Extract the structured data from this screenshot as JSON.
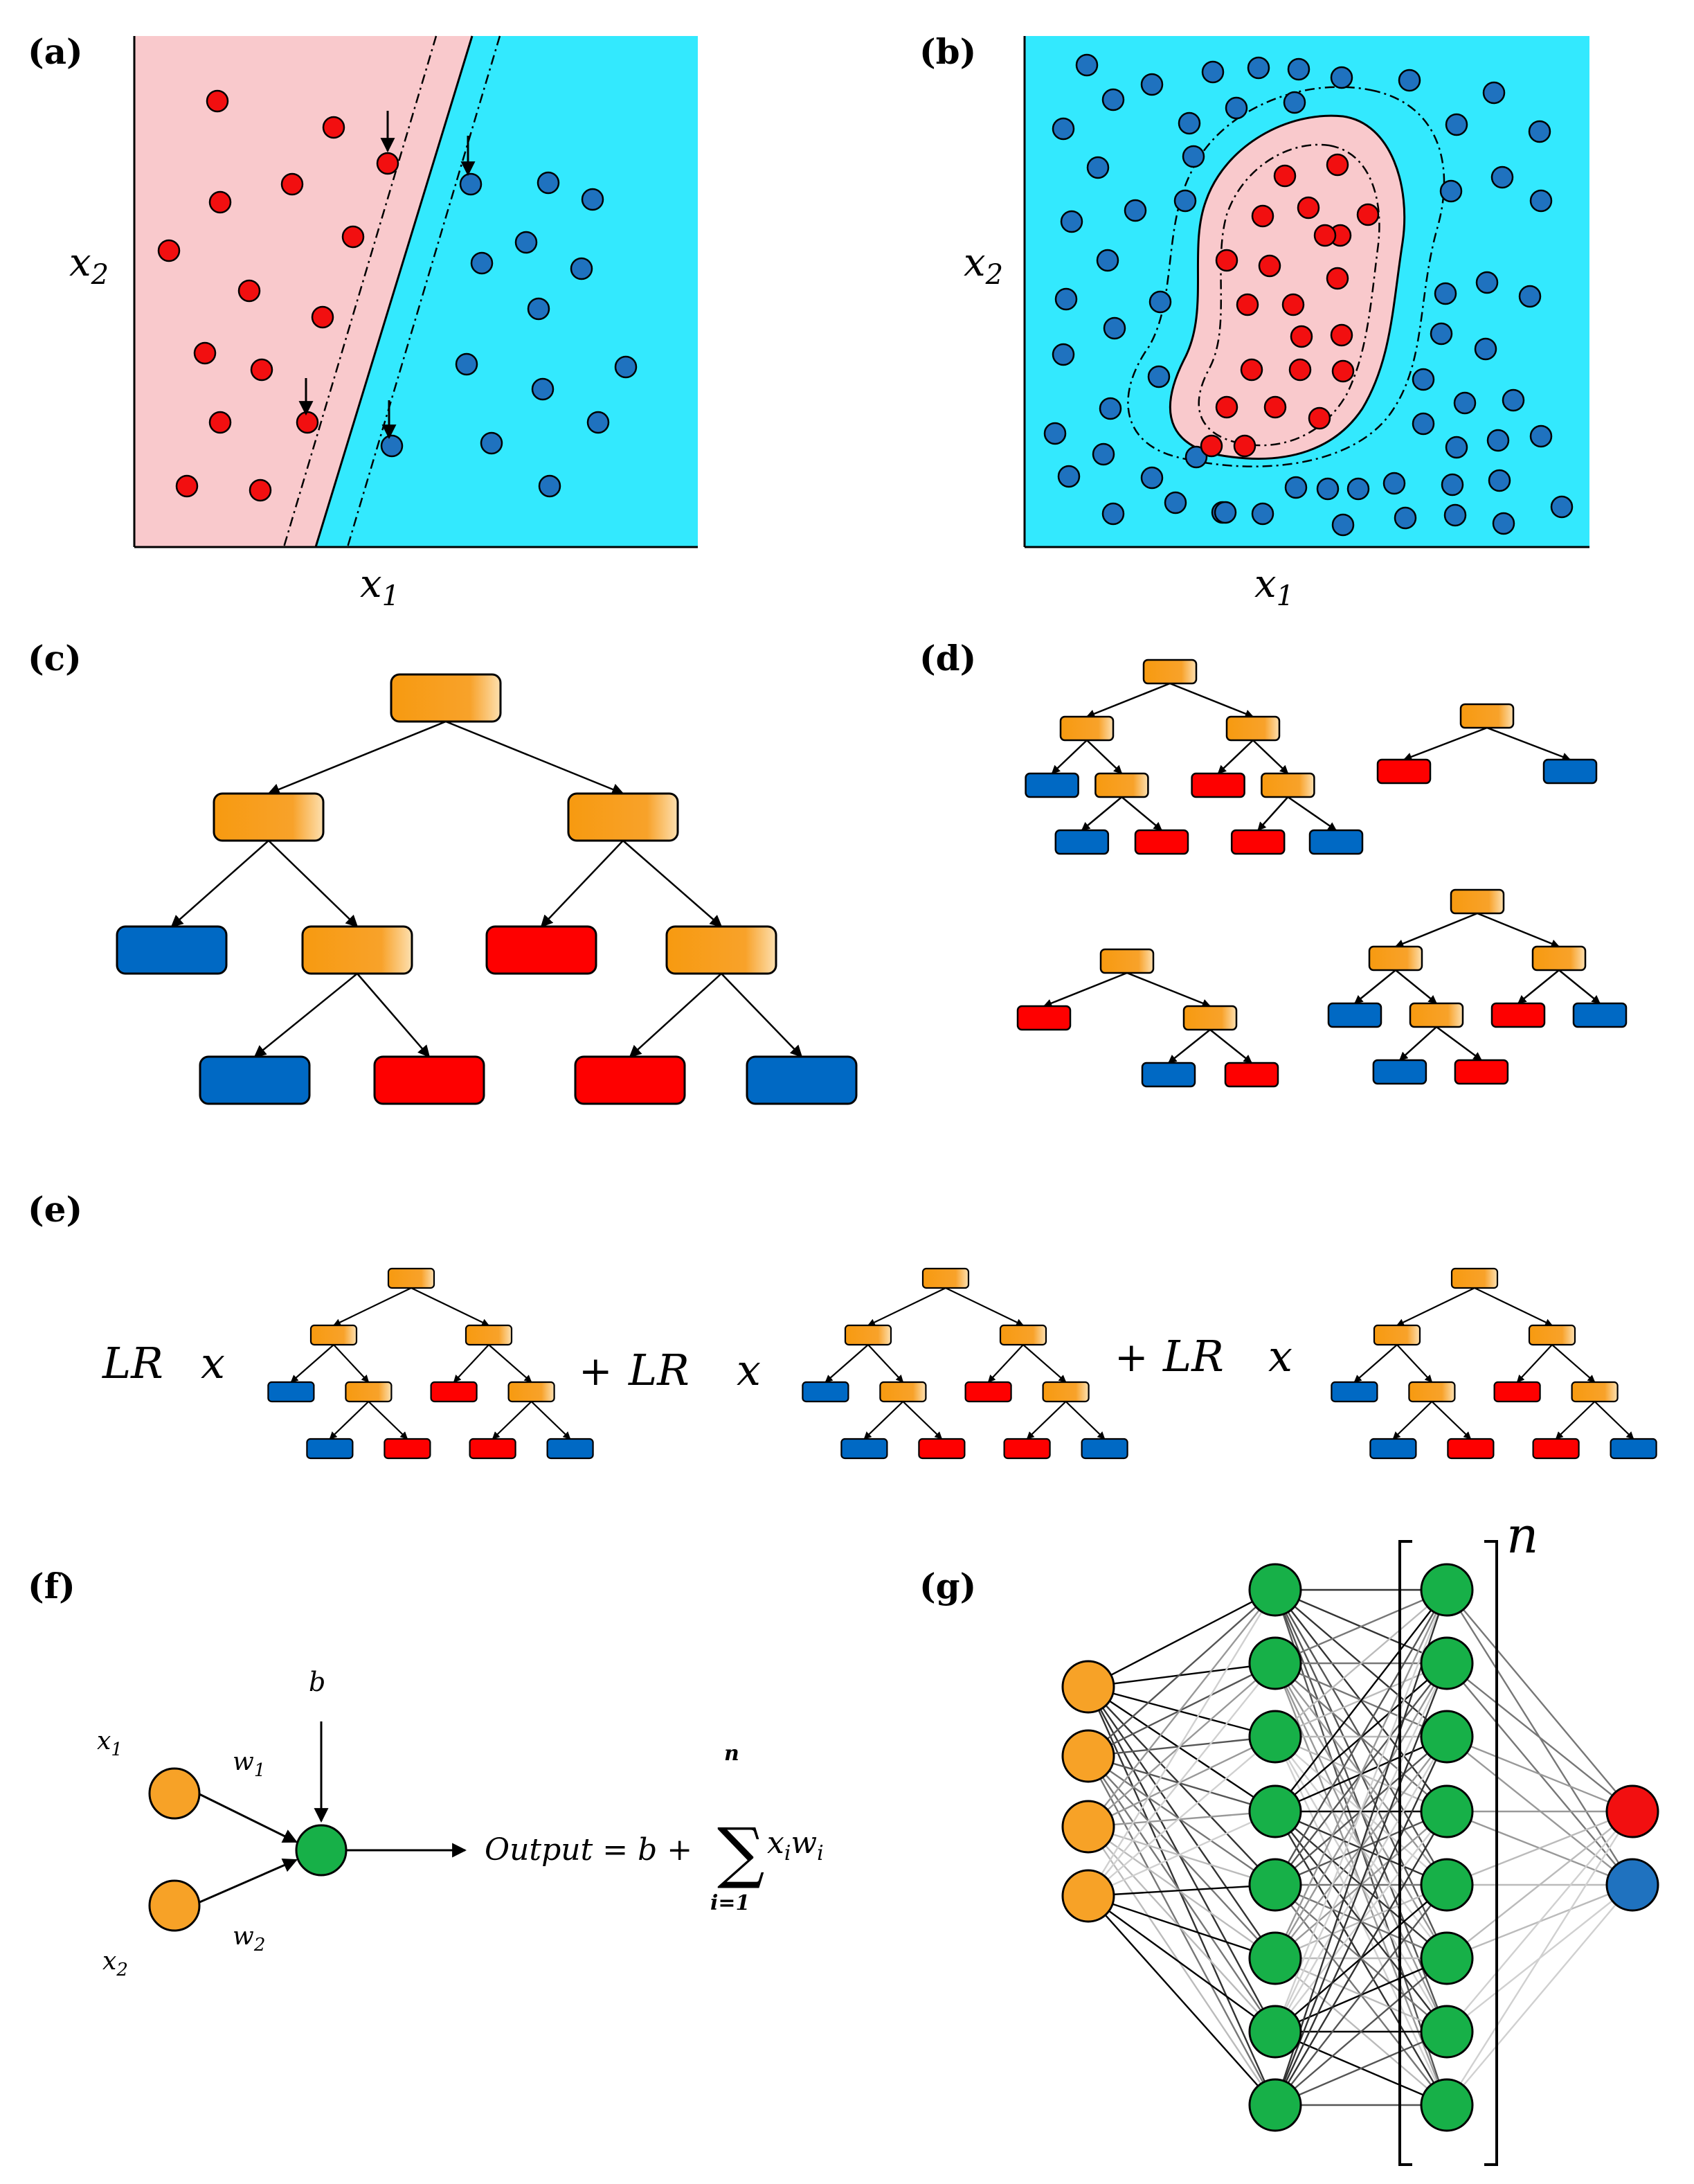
{
  "panels": {
    "a": {
      "label": "(a)",
      "xlabel": "x",
      "xsub": "1",
      "ylabel": "x",
      "ysub": "2"
    },
    "b": {
      "label": "(b)",
      "xlabel": "x",
      "xsub": "1",
      "ylabel": "x",
      "ysub": "2"
    },
    "c": {
      "label": "(c)"
    },
    "d": {
      "label": "(d)"
    },
    "e": {
      "label": "(e)",
      "term_text": "LR",
      "times_text": "x",
      "plus_text": "+"
    },
    "f": {
      "label": "(f)",
      "x1": "x",
      "x1_sub": "1",
      "x2": "x",
      "x2_sub": "2",
      "w1": "w",
      "w1_sub": "1",
      "w2": "w",
      "w2_sub": "2",
      "bias": "b",
      "formula": "Output = b + ",
      "sum_symbol": "∑",
      "sum_top": "n",
      "sum_bottom": "i=1",
      "sum_term": "x",
      "sum_term_sub1": "i",
      "sum_term2": "w",
      "sum_term_sub2": "i"
    },
    "g": {
      "label": "(g)",
      "layer_repeat": "n"
    }
  },
  "colors": {
    "red_region": "#f9c9cc",
    "blue_region": "#33e9fe",
    "red_point": "#f20f10",
    "blue_point": "#1f72bf",
    "node_orange": "#f7a227",
    "node_green": "#17b048",
    "box_red": "#fe0000",
    "box_blue": "#0069c4"
  }
}
